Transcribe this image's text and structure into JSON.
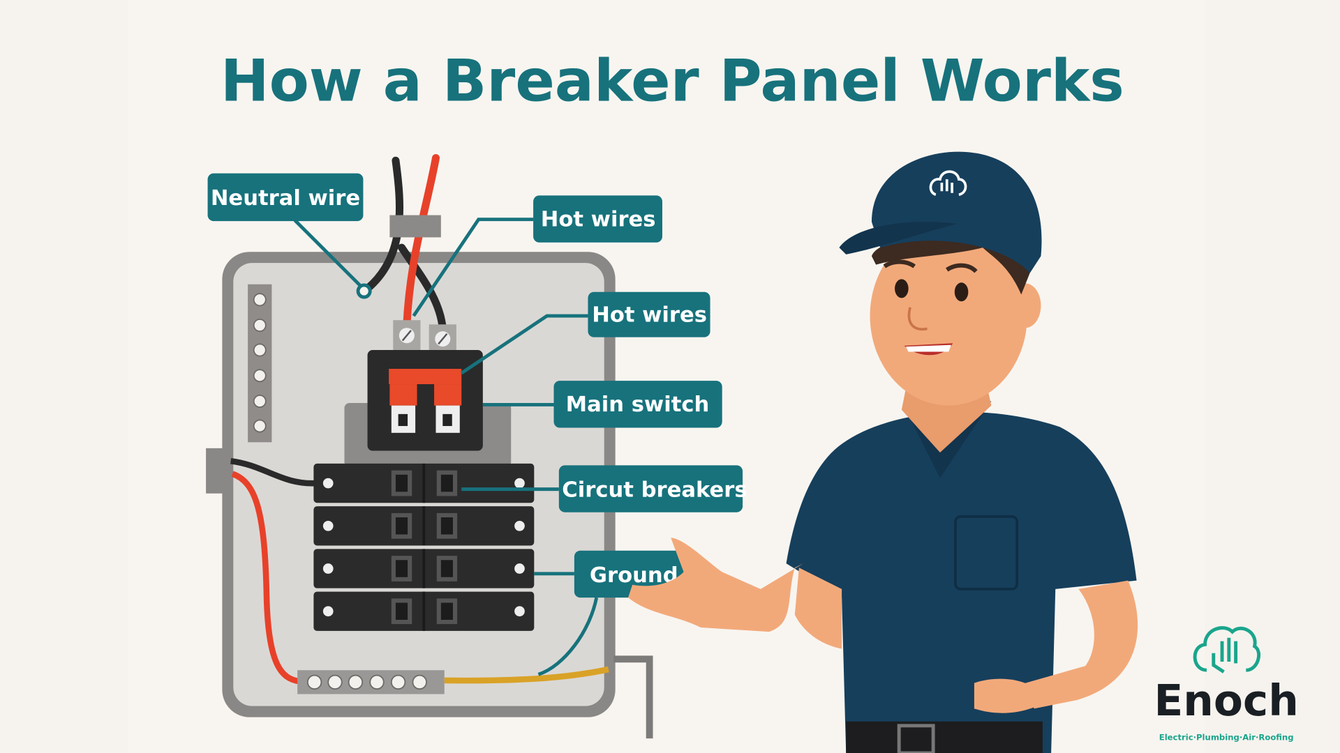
{
  "title": "How a Breaker Panel Works",
  "labels": {
    "neutral_wire": "Neutral wire",
    "hot_wires_1": "Hot wires",
    "hot_wires_2": "Hot wires",
    "main_switch": "Main switch",
    "circuit_breakers": "Circut breakers",
    "ground": "Ground"
  },
  "logo": {
    "name": "Enoch",
    "tagline": "Electric·Plumbing·Air·Roofing"
  },
  "colors": {
    "accent": "#17727c",
    "background": "#f6f3ee",
    "hot_wire": "#e8412a",
    "shirt": "#163f5c",
    "logo_green": "#1aa58c"
  }
}
